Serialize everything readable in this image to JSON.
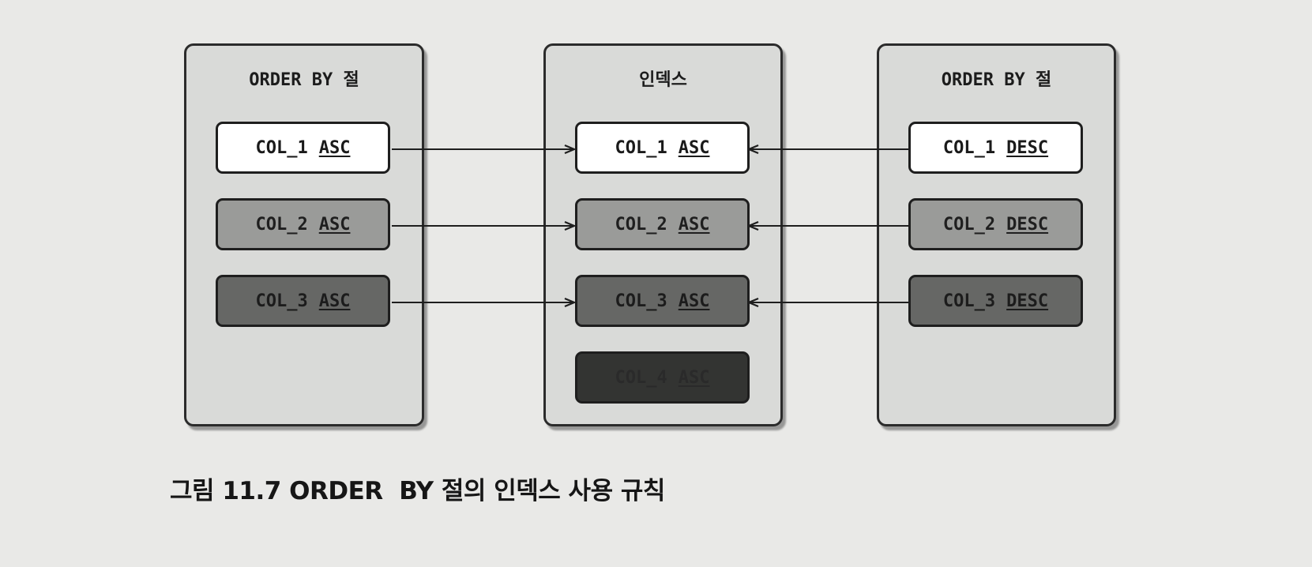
{
  "panels": {
    "left": {
      "title": "ORDER BY 절",
      "rows": [
        {
          "col": "COL_1",
          "dir": "ASC"
        },
        {
          "col": "COL_2",
          "dir": "ASC"
        },
        {
          "col": "COL_3",
          "dir": "ASC"
        }
      ]
    },
    "middle": {
      "title": "인덱스",
      "rows": [
        {
          "col": "COL_1",
          "dir": "ASC"
        },
        {
          "col": "COL_2",
          "dir": "ASC"
        },
        {
          "col": "COL_3",
          "dir": "ASC"
        },
        {
          "col": "COL_4",
          "dir": "ASC"
        }
      ]
    },
    "right": {
      "title": "ORDER BY 절",
      "rows": [
        {
          "col": "COL_1",
          "dir": "DESC"
        },
        {
          "col": "COL_2",
          "dir": "DESC"
        },
        {
          "col": "COL_3",
          "dir": "DESC"
        }
      ]
    }
  },
  "caption": "그림 11.7 ORDER  BY 절의 인덱스 사용 규칙",
  "colors": {
    "background": "#e9e9e7",
    "panel": "#d9dad8",
    "row_1": "#ffffff",
    "row_2": "#9a9b99",
    "row_3": "#666765",
    "row_4": "#333432",
    "border": "#1e1e1e"
  }
}
